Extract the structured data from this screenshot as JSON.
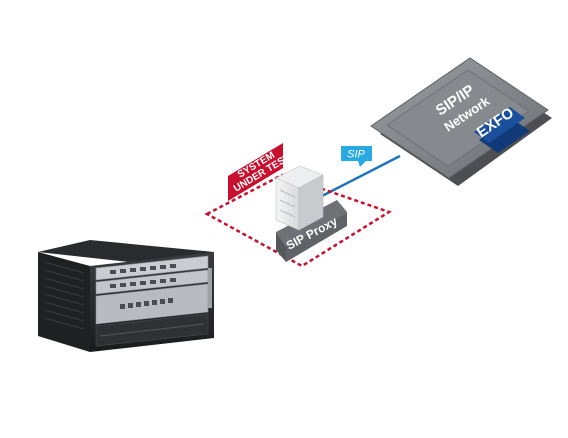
{
  "network": {
    "label_line1": "SIP/IP",
    "label_line2": "Network",
    "brand": "EXFO"
  },
  "link": {
    "protocol_label": "SIP"
  },
  "sut": {
    "label_line1": "SYSTEM",
    "label_line2": "UNDER TEST"
  },
  "proxy": {
    "label": "SIP Proxy"
  },
  "colors": {
    "sut_red": "#c8102e",
    "link_blue": "#1c75bc",
    "tag_blue": "#29a9e1",
    "exfo_blue": "#1a4f9c",
    "network_gray": "#7b7e82"
  }
}
